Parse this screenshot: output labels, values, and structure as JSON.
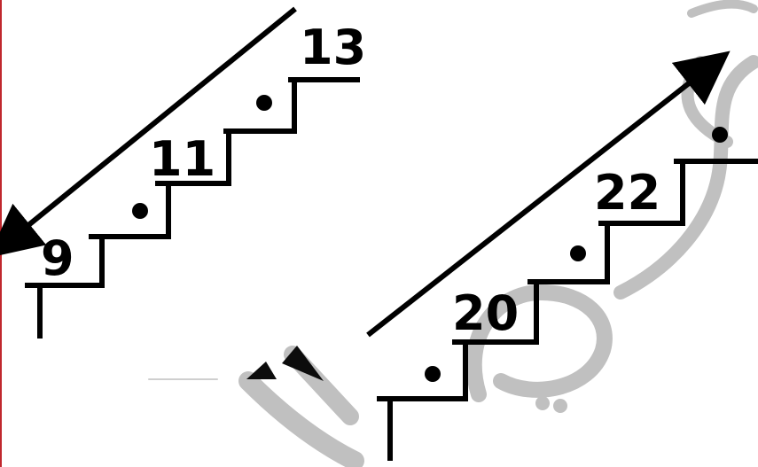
{
  "colors": {
    "ink": "#000000",
    "watermark": "#bdbdbd",
    "background": "#ffffff",
    "edge": "#c0272d"
  },
  "left_stairs": {
    "arrow_direction": "down-left",
    "labels": [
      "9",
      "11",
      "13"
    ],
    "hidden_step_marker": "•"
  },
  "right_stairs": {
    "arrow_direction": "up-right",
    "labels": [
      "20",
      "22"
    ],
    "hidden_step_marker": "•"
  },
  "watermark": {
    "kind": "arabic-calligraphy-overlay"
  }
}
